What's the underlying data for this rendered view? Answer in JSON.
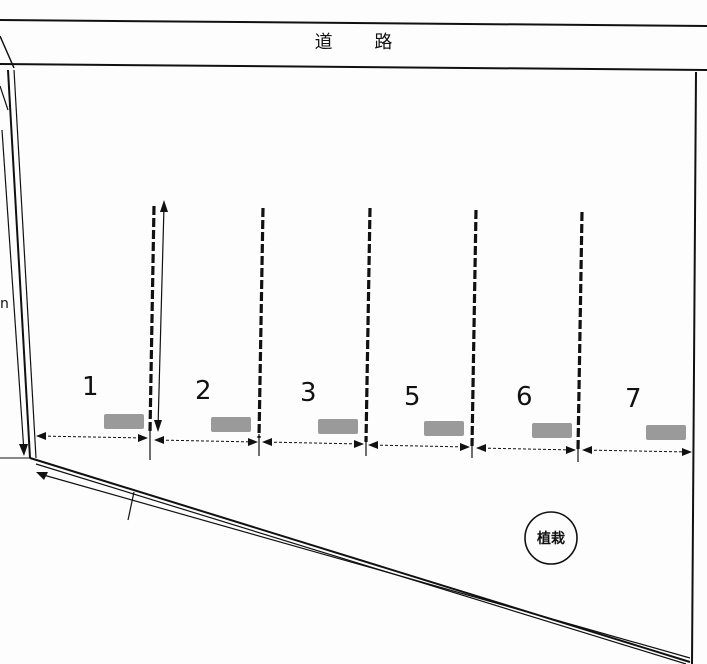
{
  "road": {
    "chars": [
      "道",
      "路"
    ]
  },
  "slots": [
    {
      "number": "1"
    },
    {
      "number": "2"
    },
    {
      "number": "3"
    },
    {
      "number": "5"
    },
    {
      "number": "6"
    },
    {
      "number": "7"
    }
  ],
  "planting": {
    "label": "植栽"
  },
  "colors": {
    "line": "#111111",
    "marker": "#9a9a9a",
    "paper": "#fdfdfd"
  }
}
